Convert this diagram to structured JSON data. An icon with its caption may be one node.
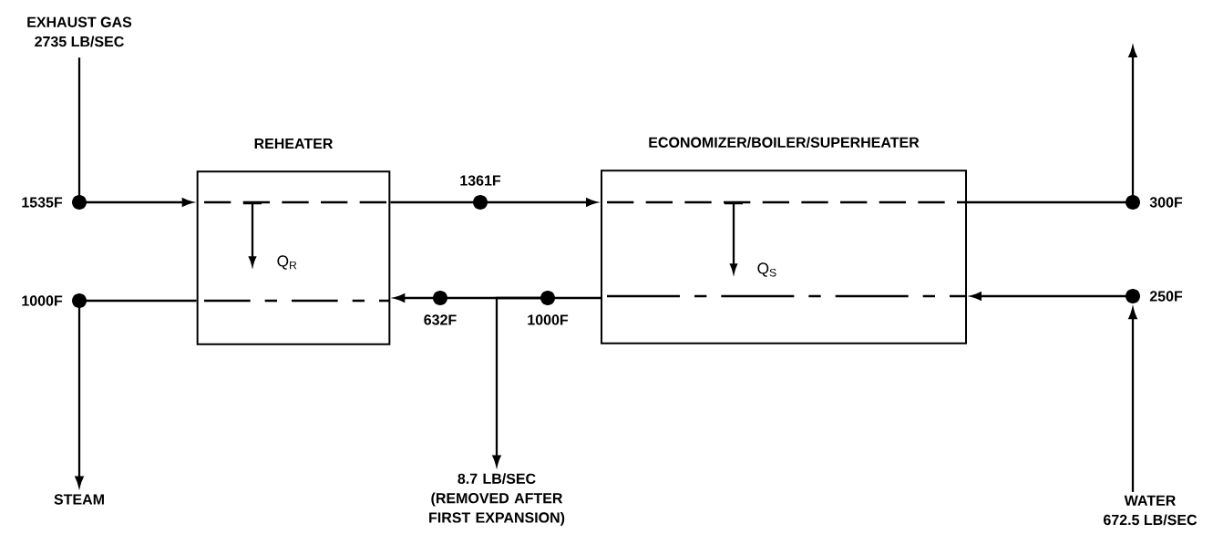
{
  "diagram": {
    "nodes": [
      {
        "text": [
          "EXHAUST GAS",
          "2735 LB/SEC"
        ]
      },
      {
        "text": [
          "REHEATER"
        ]
      },
      {
        "text": [
          "ECONOMIZER/BOILER/SUPERHEATER"
        ]
      },
      {
        "text": [],
        "shape": "circle",
        "beside": [
          "1535F"
        ]
      },
      {
        "text": [],
        "shape": "circle",
        "beside": [
          "1361F"
        ]
      },
      {
        "text": [],
        "shape": "circle",
        "beside": [
          "300F"
        ]
      },
      {
        "text": [],
        "shape": "circle",
        "beside": [
          "1000F"
        ]
      },
      {
        "text": [],
        "shape": "circle",
        "beside": [
          "632F"
        ]
      },
      {
        "text": [],
        "shape": "circle",
        "beside": [
          "1000F"
        ]
      },
      {
        "text": [],
        "shape": "circle",
        "beside": [
          "250F"
        ]
      },
      {
        "text": [
          "STEAM"
        ]
      },
      {
        "text": [
          "8.7 LB/SEC",
          "(REMOVED AFTER FIRST EXPANSION)"
        ]
      },
      {
        "text": [
          "WATER",
          "672.5 LB/SEC"
        ]
      }
    ],
    "edges": [
      {
        "from": 0,
        "to": 3,
        "arrow": "none"
      },
      {
        "from": 3,
        "to": 1,
        "arrow": "to"
      },
      {
        "from": 1,
        "to": 4,
        "arrow": "none"
      },
      {
        "from": 4,
        "to": 2,
        "arrow": "to"
      },
      {
        "from": 2,
        "to": 5,
        "arrow": "none"
      },
      {
        "from": 5,
        "to": null,
        "arrow": "to"
      },
      {
        "from": 12,
        "to": 9,
        "arrow": "to"
      },
      {
        "from": 9,
        "to": 2,
        "arrow": "to"
      },
      {
        "from": 2,
        "to": 8,
        "arrow": "none"
      },
      {
        "from": 8,
        "to": 7,
        "arrow": "none"
      },
      {
        "from": 7,
        "to": 1,
        "arrow": "to"
      },
      {
        "from": 8,
        "to": 11,
        "arrow": "to"
      },
      {
        "from": 1,
        "to": 6,
        "arrow": "none"
      },
      {
        "from": 6,
        "to": 10,
        "arrow": "to"
      }
    ],
    "labels": [
      "Q$_{R}$",
      "Q$_{S}$"
    ]
  }
}
